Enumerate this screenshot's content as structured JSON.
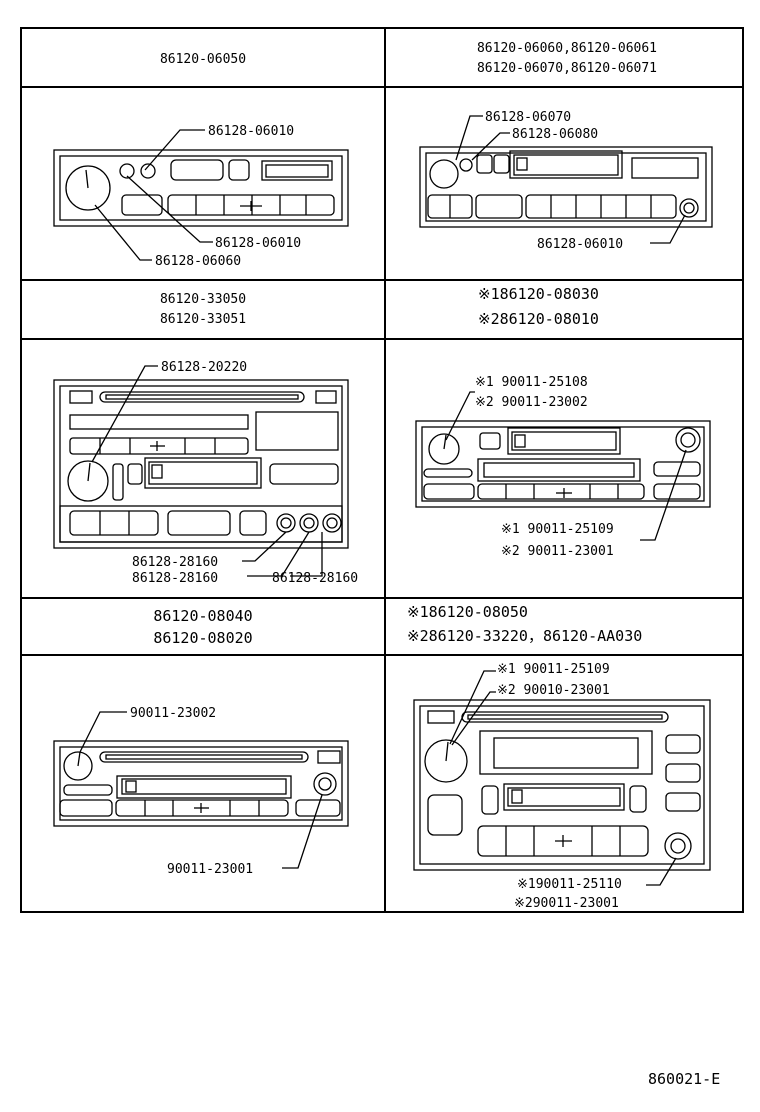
{
  "grid": [
    {
      "left": {
        "header": [
          "86120-06050"
        ],
        "parts": [
          "86128-06010",
          "86128-06010",
          "86128-06060"
        ]
      },
      "right": {
        "header": [
          "86120-06060,86120-06061",
          "86120-06070,86120-06071"
        ],
        "parts": [
          "86128-06070",
          "86128-06080",
          "86128-06010"
        ]
      }
    },
    {
      "left": {
        "header": [
          "86120-33050",
          "86120-33051"
        ],
        "parts": [
          "86128-20220",
          "86128-28160",
          "86128-28160",
          "86128-28160"
        ]
      },
      "right": {
        "header": [
          "※186120-08030",
          "※286120-08010"
        ],
        "parts": [
          "※1 90011-25108",
          "※2 90011-23002",
          "※1  90011-25109",
          "※2  90011-23001"
        ]
      }
    },
    {
      "left": {
        "header": [
          "86120-08040",
          "86120-08020"
        ],
        "parts": [
          "90011-23002",
          "90011-23001"
        ]
      },
      "right": {
        "header": [
          "※186120-08050",
          "※286120-33220，86120-AA030"
        ],
        "parts": [
          "※1 90011-25109",
          "※2 90010-23001",
          "※190011-25110",
          "※290011-23001"
        ]
      }
    }
  ],
  "figure_number": "860021-E"
}
